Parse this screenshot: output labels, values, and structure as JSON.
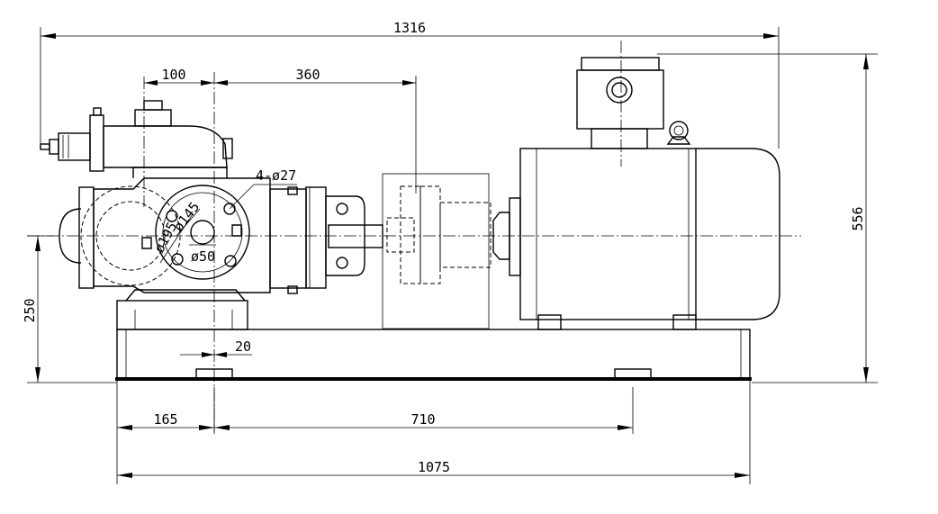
{
  "dimensions": {
    "overall_length": "1316",
    "inlet_offset": "100",
    "outlet_offset": "360",
    "overall_height": "556",
    "shaft_height": "250",
    "base_offset": "20",
    "anchor_left": "165",
    "anchor_spacing": "710",
    "base_length": "1075"
  },
  "flange": {
    "bolt_holes": "4-ø27",
    "bolt_circle": "ø195",
    "raised_face": "ø145",
    "bore": "ø50"
  }
}
